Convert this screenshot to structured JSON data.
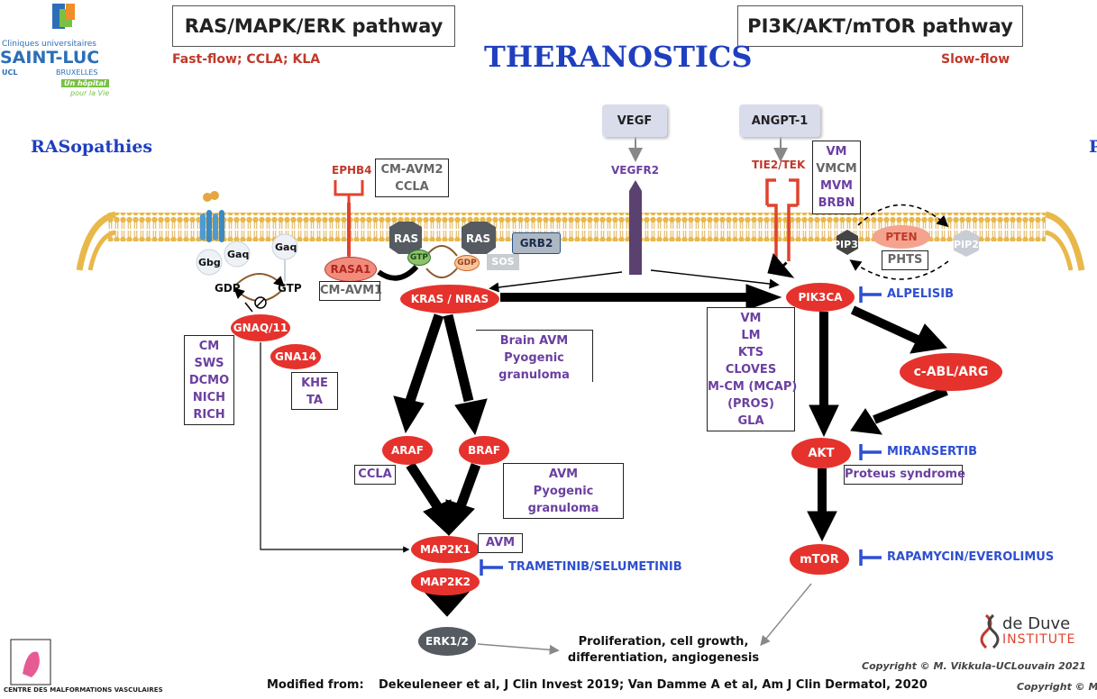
{
  "header": {
    "left_box": "RAS/MAPK/ERK pathway",
    "right_box": "PI3K/AKT/mTOR pathway",
    "left_sub": "Fast-flow; CCLA; KLA",
    "right_sub": "Slow-flow",
    "center_title": "THERANOSTICS",
    "section_left": "RASopathies",
    "section_right_partial": "P"
  },
  "logo": {
    "line1": "Cliniques universitaires",
    "line2": "SAINT-LUC",
    "line3a": "UCL",
    "line3b": "BRUXELLES",
    "tag1": "Un hôpital",
    "tag2": "pour la Vie"
  },
  "ligands": {
    "vegf": "VEGF",
    "angpt": "ANGPT-1"
  },
  "receptors": {
    "ephb4": "EPHB4",
    "vegfr2": "VEGFR2",
    "tie2": "TIE2/TEK"
  },
  "gprotein": {
    "gbg": "Gbg",
    "gaq1": "Gaq",
    "gaq2": "Gaq",
    "gdp": "GDP",
    "gtp": "GTP"
  },
  "membrane_proteins": {
    "ras1": "RAS",
    "ras2": "RAS",
    "gtp": "GTP",
    "gdp": "GDP",
    "grb2": "GRB2",
    "sos": "SOS",
    "pip3": "PIP3",
    "pip2": "PIP2",
    "pten": "PTEN"
  },
  "nodes": {
    "gnaq": "GNAQ/11",
    "gna14": "GNA14",
    "rasa1": "RASA1",
    "kras": "KRAS / NRAS",
    "araf": "ARAF",
    "braf": "BRAF",
    "map2k1": "MAP2K1",
    "map2k2": "MAP2K2",
    "erk": "ERK1/2",
    "pik3ca": "PIK3CA",
    "cabl": "c-ABL/ARG",
    "akt": "AKT",
    "mtor": "mTOR"
  },
  "diseases": {
    "ephb4": [
      "CM-AVM2",
      "CCLA"
    ],
    "rasa1": [
      "CM-AVM1"
    ],
    "tie2": [
      "VM",
      "VMCM",
      "MVM",
      "BRBN"
    ],
    "pten": [
      "PHTS"
    ],
    "gnaq": [
      "CM",
      "SWS",
      "DCMO",
      "NICH",
      "RICH"
    ],
    "gna14": [
      "KHE",
      "TA"
    ],
    "kras": [
      "Brain AVM",
      "Pyogenic",
      "granuloma"
    ],
    "pik3ca": [
      "VM",
      "LM",
      "KTS",
      "CLOVES",
      "M-CM (MCAP)",
      "(PROS)",
      "GLA"
    ],
    "araf": [
      "CCLA"
    ],
    "braf": [
      "AVM",
      "Pyogenic",
      "granuloma"
    ],
    "map2k1": [
      "AVM"
    ],
    "akt": [
      "Proteus syndrome"
    ]
  },
  "drugs": {
    "alpelisib": "ALPELISIB",
    "miransertib": "MIRANSERTIB",
    "rapamycin": "RAPAMYCIN/EVEROLIMUS",
    "trametinib": "TRAMETINIB/SELUMETINIB"
  },
  "outcome": [
    "Proliferation, cell growth,",
    "differentiation, angiogenesis"
  ],
  "footer": {
    "cmv": "CENTRE DES MALFORMATIONS VASCULAIRES",
    "modified": "Modified from:",
    "refs": "Dekeuleneer et al, J Clin Invest 2019;   Van Damme A et al, Am J Clin Dermatol, 2020",
    "copyright1": "Copyright © M. Vikkula-UCLouvain 2021",
    "copyright2": "Copyright © M.",
    "deduve1": "de Duve",
    "deduve2": "INSTITUTE"
  },
  "colors": {
    "node_red": "#e5322d",
    "drug_blue": "#2e4fd1",
    "disease_purple": "#6b3fa0",
    "title_blue": "#1f3fbf",
    "subtitle_red": "#c0392b",
    "membrane": "#e8b84a"
  }
}
